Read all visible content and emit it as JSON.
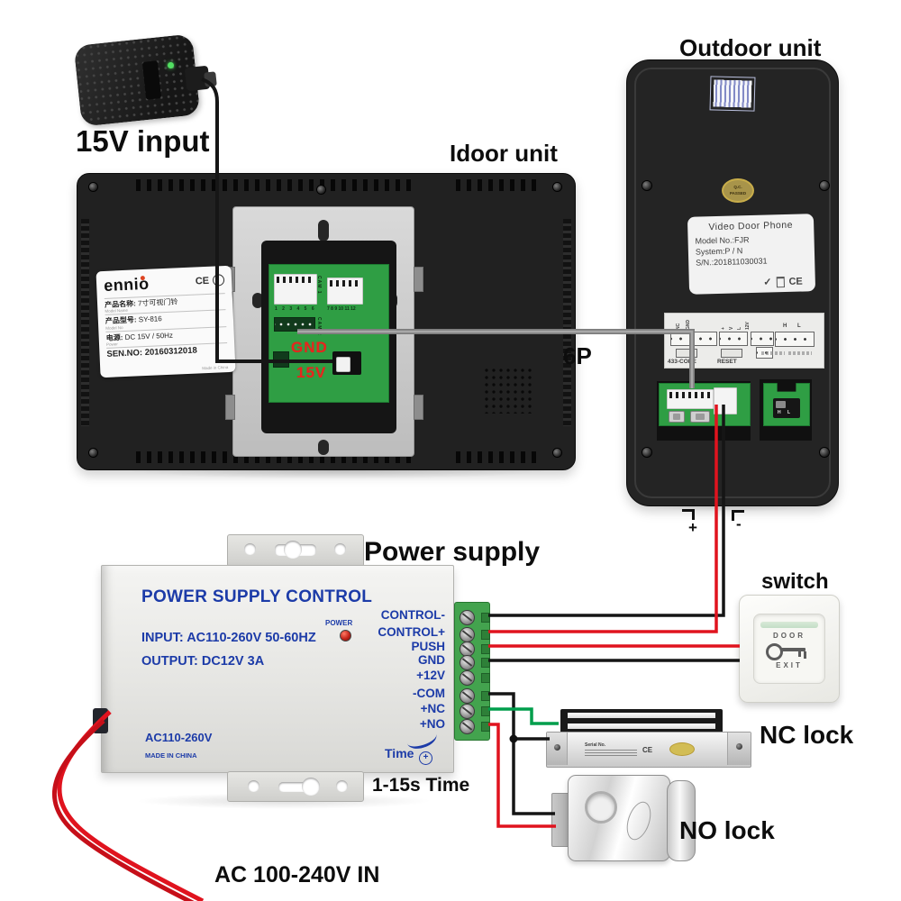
{
  "diagram": {
    "adapter_label": "15V input",
    "indoor_label": "Idoor unit",
    "outdoor_label": "Outdoor unit",
    "power_supply_label": "Power supply",
    "switch_label": "switch",
    "nc_lock_label": "NC lock",
    "no_lock_label": "NO lock",
    "cable_label": "6P",
    "time_label": "1-15s Time",
    "ac_in_label": "AC 100-240V IN",
    "plus": "+",
    "minus": "-"
  },
  "indoor_unit": {
    "sticker": {
      "brand": "ennio",
      "ce": "CE",
      "rows": [
        {
          "zh": "产品名称:",
          "value": "7寸可视门铃",
          "en": "Model Name"
        },
        {
          "zh": "产品型号:",
          "value": "SY-816",
          "en": "Model No"
        },
        {
          "zh": "电源:",
          "value": "DC 15V / 50Hz",
          "en": "Power"
        },
        {
          "zh": "SEN.NO:",
          "value": "20160312018",
          "en": ""
        }
      ],
      "made_in": "Made in China"
    },
    "pcb": {
      "cam1": "CAM 1",
      "cam2": "CAM 2",
      "pins_left": "1 2 3 4 5 6",
      "pins_right": "7 8 9 10 11 12",
      "gnd": "GND",
      "v15": "15V"
    }
  },
  "outdoor_unit": {
    "qc_line1": "Q.C.",
    "qc_line2": "PASSED",
    "sticker": {
      "title": "Video Door Phone",
      "model": "Model No.:FJR",
      "system": "System:P / N",
      "serial": "S/N.:201811030031",
      "check": "✓",
      "ce": "CE"
    },
    "wiring_label": {
      "pins": [
        "NC",
        "GND",
        "+",
        "V",
        "L",
        "12V"
      ],
      "code": "433-CODE",
      "reset": "RESET",
      "hl": "H L"
    },
    "hl_switch": "H L"
  },
  "power_supply": {
    "title": "POWER SUPPLY CONTROL",
    "power": "POWER",
    "input": "INPUT: AC110-260V 50-60HZ",
    "output": "OUTPUT: DC12V  3A",
    "voltage": "AC110-260V",
    "made_in": "MADE IN CHINA",
    "time": "Time",
    "terminals": [
      "CONTROL-",
      "CONTROL+",
      "PUSH",
      "GND",
      "+12V",
      "-COM",
      "+NC",
      "+NO"
    ]
  },
  "switch": {
    "door": "DOOR",
    "exit": "EXIT"
  },
  "nc_lock": {
    "serial": "Serial No.",
    "ce": "CE"
  },
  "colors": {
    "wire_red": "#e0131e",
    "wire_black": "#151515",
    "wire_green": "#009e4c",
    "wire_gray": "#8a8a8a",
    "pcb_green": "#2f9e44",
    "ps_text_blue": "#1c3ba8",
    "annotation_red": "#e8241d"
  }
}
